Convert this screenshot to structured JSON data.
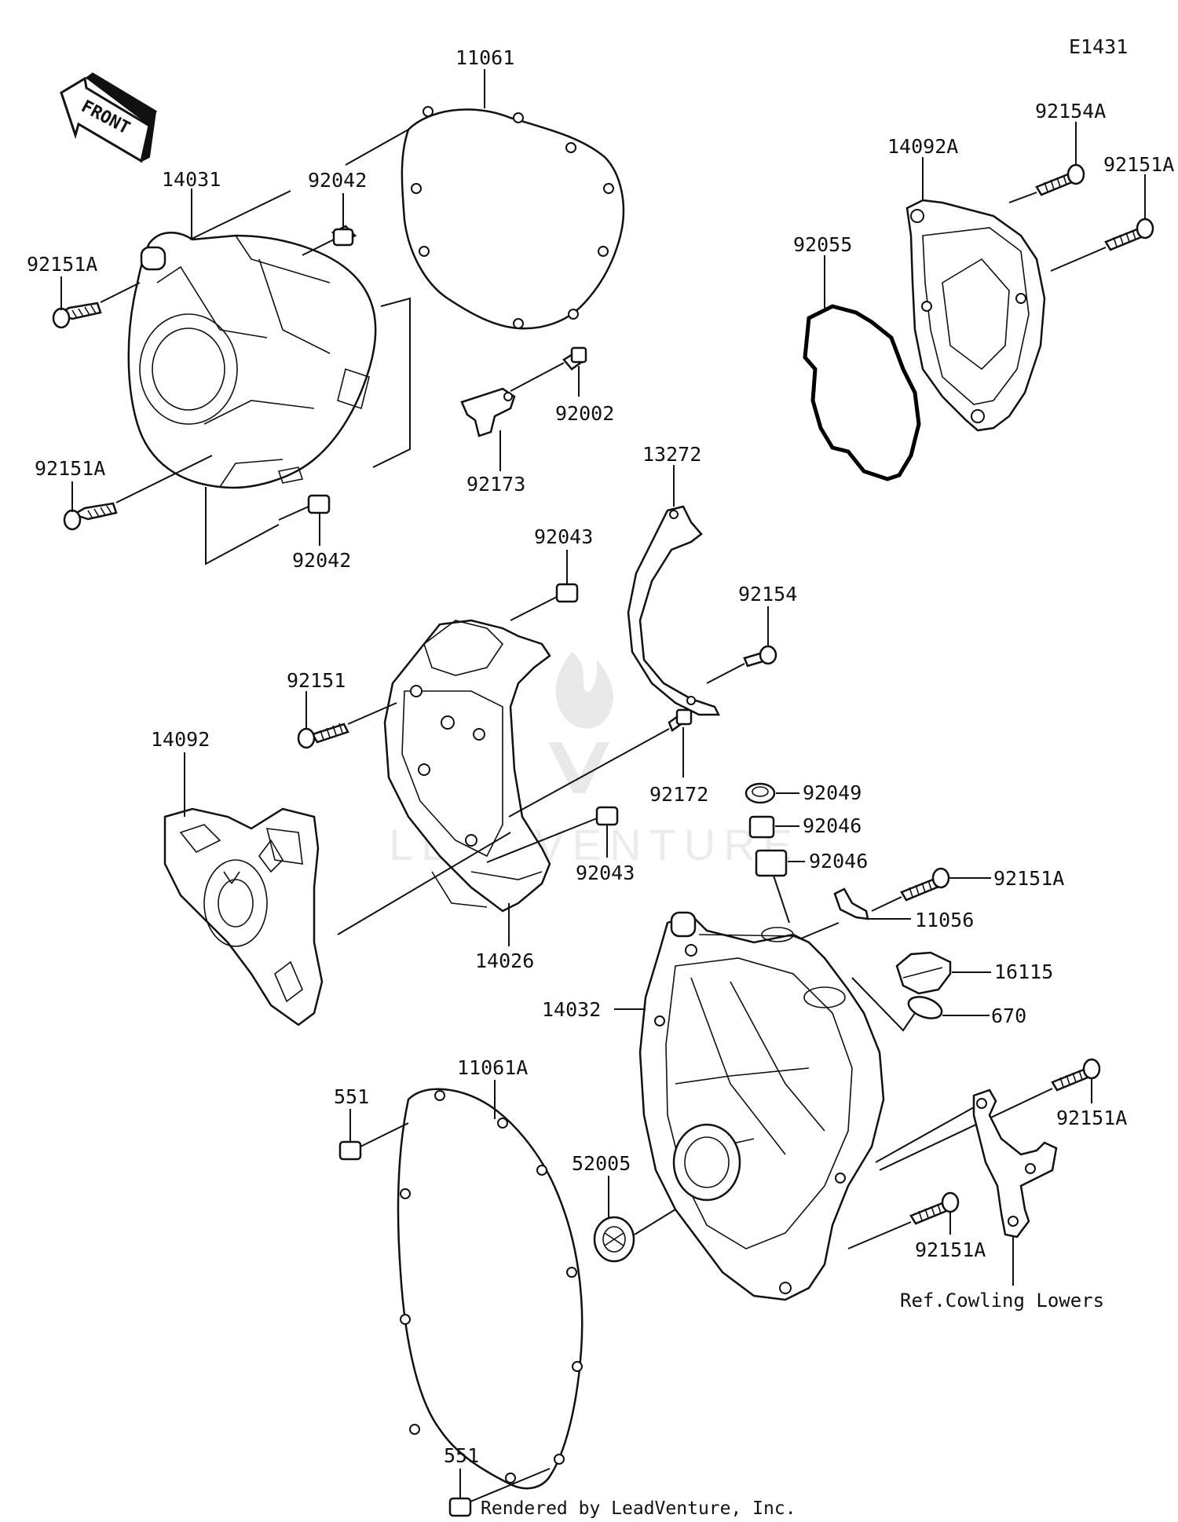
{
  "diagram_id": "E1431",
  "front_label": "FRONT",
  "watermark": "LEADVENTURE",
  "footer": "Rendered by LeadVenture, Inc.",
  "reference_note": "Ref.Cowling Lowers",
  "part_numbers": {
    "p11061": "11061",
    "p14031": "14031",
    "p92042_top": "92042",
    "p92151A_1": "92151A",
    "p92002": "92002",
    "p92173": "92173",
    "p92151A_2": "92151A",
    "p92042_bot": "92042",
    "p92154A": "92154A",
    "p14092A": "14092A",
    "p92151A_3": "92151A",
    "p92055": "92055",
    "p13272": "13272",
    "p92043_top": "92043",
    "p92154": "92154",
    "p92151": "92151",
    "p14092": "14092",
    "p92172": "92172",
    "p92049": "92049",
    "p92046_a": "92046",
    "p92046_b": "92046",
    "p92043_bot": "92043",
    "p92151A_4": "92151A",
    "p11056": "11056",
    "p14026": "14026",
    "p16115": "16115",
    "p14032": "14032",
    "p670": "670",
    "p11061A": "11061A",
    "p551_top": "551",
    "p92151A_5": "92151A",
    "p52005": "52005",
    "p92151A_6": "92151A",
    "p551_bot": "551"
  }
}
